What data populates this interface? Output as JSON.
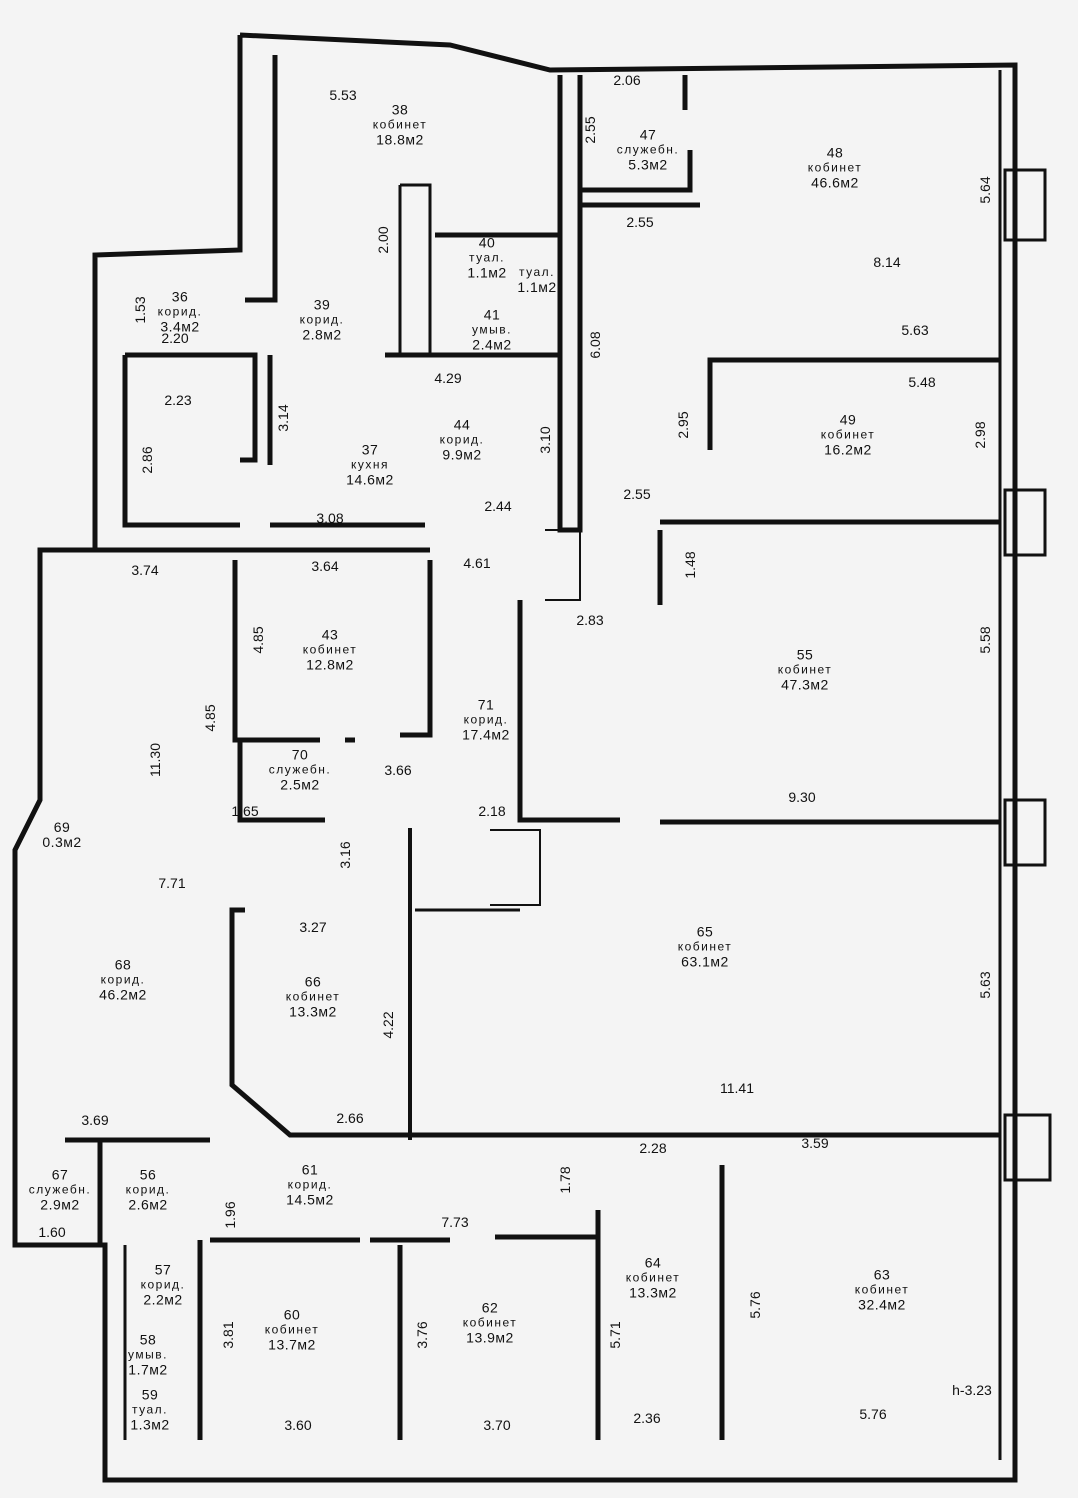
{
  "rooms": [
    {
      "num": "38",
      "type": "кобинет",
      "area": "18.8м2"
    },
    {
      "num": "47",
      "type": "служебн.",
      "area": "5.3м2"
    },
    {
      "num": "48",
      "type": "кобинет",
      "area": "46.6м2"
    },
    {
      "num": "40",
      "type": "туал.",
      "area": "1.1м2"
    },
    {
      "num": "",
      "type": "туал.",
      "area": "1.1м2"
    },
    {
      "num": "41",
      "type": "умыв.",
      "area": "2.4м2"
    },
    {
      "num": "36",
      "type": "корид.",
      "area": "3.4м2"
    },
    {
      "num": "39",
      "type": "корид.",
      "area": "2.8м2"
    },
    {
      "num": "37",
      "type": "кухня",
      "area": "14.6м2"
    },
    {
      "num": "44",
      "type": "корид.",
      "area": "9.9м2"
    },
    {
      "num": "49",
      "type": "кобинет",
      "area": "16.2м2"
    },
    {
      "num": "43",
      "type": "кобинет",
      "area": "12.8м2"
    },
    {
      "num": "55",
      "type": "кобинет",
      "area": "47.3м2"
    },
    {
      "num": "71",
      "type": "корид.",
      "area": "17.4м2"
    },
    {
      "num": "70",
      "type": "служебн.",
      "area": "2.5м2"
    },
    {
      "num": "69",
      "type": "",
      "area": "0.3м2"
    },
    {
      "num": "68",
      "type": "корид.",
      "area": "46.2м2"
    },
    {
      "num": "66",
      "type": "кобинет",
      "area": "13.3м2"
    },
    {
      "num": "65",
      "type": "кобинет",
      "area": "63.1м2"
    },
    {
      "num": "67",
      "type": "служебн.",
      "area": "2.9м2"
    },
    {
      "num": "56",
      "type": "корид.",
      "area": "2.6м2"
    },
    {
      "num": "61",
      "type": "корид.",
      "area": "14.5м2"
    },
    {
      "num": "57",
      "type": "корид.",
      "area": "2.2м2"
    },
    {
      "num": "58",
      "type": "умыв.",
      "area": "1.7м2"
    },
    {
      "num": "59",
      "type": "туал.",
      "area": "1.3м2"
    },
    {
      "num": "60",
      "type": "кобинет",
      "area": "13.7м2"
    },
    {
      "num": "62",
      "type": "кобинет",
      "area": "13.9м2"
    },
    {
      "num": "64",
      "type": "кобинет",
      "area": "13.3м2"
    },
    {
      "num": "63",
      "type": "кобинет",
      "area": "32.4м2"
    }
  ],
  "dimensions_horizontal": [
    "5.53",
    "2.06",
    "2.55",
    "8.14",
    "5.63",
    "5.48",
    "2.20",
    "2.23",
    "4.29",
    "2.44",
    "2.55",
    "3.08",
    "3.74",
    "3.64",
    "4.61",
    "2.83",
    "3.66",
    "1.65",
    "2.18",
    "9.30",
    "7.71",
    "3.27",
    "11.41",
    "2.66",
    "3.69",
    "2.28",
    "3.59",
    "1.60",
    "7.73",
    "3.60",
    "3.70",
    "2.36",
    "5.76"
  ],
  "dimensions_vertical": [
    "2.55",
    "2.00",
    "1.53",
    "6.08",
    "3.14",
    "2.86",
    "3.10",
    "2.95",
    "2.98",
    "5.64",
    "1.48",
    "4.85",
    "4.85",
    "5.58",
    "11.30",
    "3.16",
    "4.22",
    "5.63",
    "1.78",
    "1.96",
    "3.81",
    "3.76",
    "5.71",
    "5.76"
  ],
  "ceiling_height": "h-3.23"
}
